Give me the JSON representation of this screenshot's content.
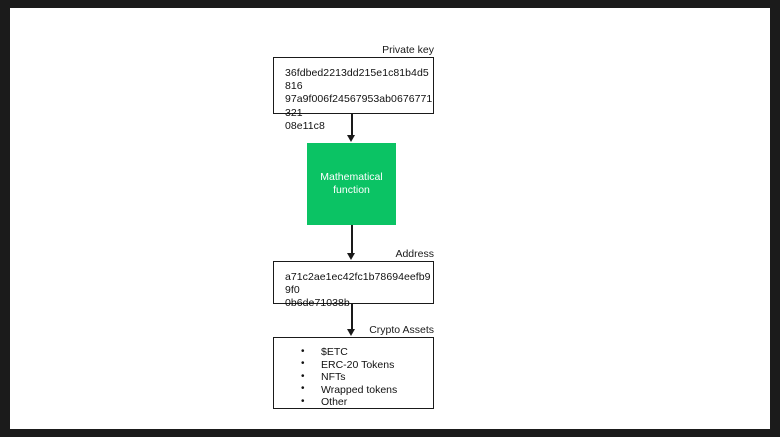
{
  "diagram": {
    "background": "#ffffff",
    "frame_color": "#1b1b1b",
    "accent_color": "#0bc364",
    "line_color": "#1a1a1a",
    "nodes": {
      "private_key": {
        "caption": "Private key",
        "value": "36fdbed2213dd215e1c81b4d5816\n97a9f006f24567953ab0676771321\n08e11c8"
      },
      "function": {
        "label": "Mathematical\nfunction",
        "fill": "#0bc364",
        "text_color": "#ffffff"
      },
      "address": {
        "caption": "Address",
        "value": "a71c2ae1ec42fc1b78694eefb99f0\n0b6de71038b"
      },
      "crypto_assets": {
        "caption": "Crypto Assets",
        "items": [
          "$ETC",
          "ERC-20 Tokens",
          "NFTs",
          "Wrapped tokens",
          "Other"
        ]
      }
    },
    "arrows": [
      {
        "name": "private-key-to-function",
        "direction": "down"
      },
      {
        "name": "function-to-address",
        "direction": "down"
      },
      {
        "name": "address-to-crypto-assets",
        "direction": "down"
      }
    ]
  }
}
